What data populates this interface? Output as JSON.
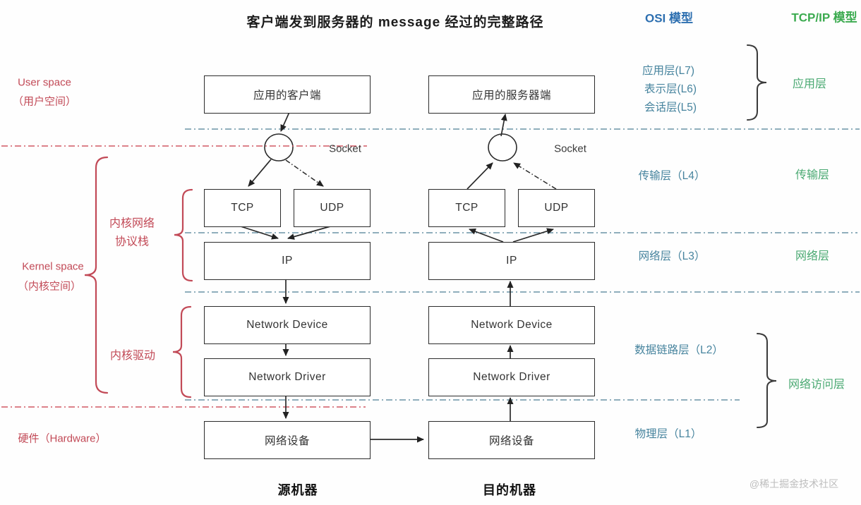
{
  "title": "客户端发到服务器的 message 经过的完整路径",
  "watermark": "@稀土掘金技术社区",
  "colors": {
    "red_label": "#c24a57",
    "red_line": "#d15864",
    "teal_line": "#6a93a5",
    "blue_osi": "#2d6fb0",
    "blue_layer": "#47849e",
    "green_tcpip": "#3cab50",
    "green_layer": "#4aa972"
  },
  "headers": {
    "osi": "OSI 模型",
    "tcpip": "TCP/IP 模型"
  },
  "left_labels": {
    "user_space_en": "User space",
    "user_space_cn": "（用户空间）",
    "kernel_stack_line1": "内核网络",
    "kernel_stack_line2": "协议栈",
    "kernel_space_en": "Kernel space",
    "kernel_space_cn": "（内核空间）",
    "kernel_driver": "内核驱动",
    "hardware": "硬件（Hardware）"
  },
  "source": {
    "app": "应用的客户端",
    "socket": "Socket",
    "tcp": "TCP",
    "udp": "UDP",
    "ip": "IP",
    "device": "Network Device",
    "driver": "Network Driver",
    "nic": "网络设备",
    "machine": "源机器"
  },
  "destination": {
    "app": "应用的服务器端",
    "socket": "Socket",
    "tcp": "TCP",
    "udp": "UDP",
    "ip": "IP",
    "device": "Network Device",
    "driver": "Network Driver",
    "nic": "网络设备",
    "machine": "目的机器"
  },
  "osi_layers": {
    "l7": "应用层(L7)",
    "l6": "表示层(L6)",
    "l5": "会话层(L5)",
    "l4": "传输层（L4）",
    "l3": "网络层（L3）",
    "l2": "数据链路层（L2）",
    "l1": "物理层（L1）"
  },
  "tcpip_layers": {
    "application": "应用层",
    "transport": "传输层",
    "network": "网络层",
    "access": "网络访问层"
  }
}
